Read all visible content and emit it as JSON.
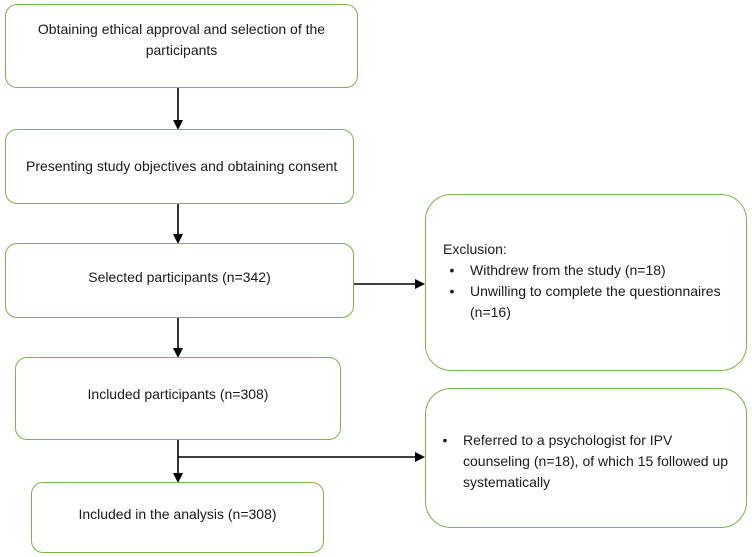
{
  "boxes": {
    "approval": "Obtaining ethical approval and selection of the participants",
    "objectives": "Presenting study objectives and obtaining consent",
    "selected": "Selected participants (n=342)",
    "included": "Included participants (n=308)",
    "analysis": "Included in the analysis (n=308)"
  },
  "exclusion": {
    "title": "Exclusion:",
    "items": [
      "Withdrew from the study (n=18)",
      "Unwilling to complete the questionnaires (n=16)"
    ]
  },
  "referral": {
    "items": [
      "Referred to a psychologist for IPV counseling (n=18), of which 15 followed up systematically"
    ]
  },
  "bullet_glyph": "•",
  "colors": {
    "box_border": "#7ab648",
    "arrow": "#000000"
  }
}
